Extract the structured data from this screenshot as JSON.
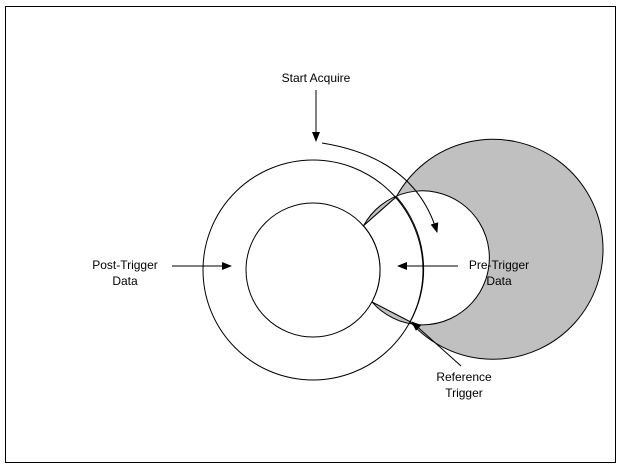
{
  "diagram": {
    "labels": {
      "start_acquire": "Start Acquire",
      "post_trigger_line1": "Post-Trigger",
      "post_trigger_line2": "Data",
      "pre_trigger_line1": "Pre-Trigger",
      "pre_trigger_line2": "Data",
      "reference_trigger_line1": "Reference",
      "reference_trigger_line2": "Trigger"
    },
    "colors": {
      "post_trigger_fill": "#c0c0c0",
      "pre_trigger_fill": "#ffffff",
      "stroke": "#000000"
    }
  }
}
